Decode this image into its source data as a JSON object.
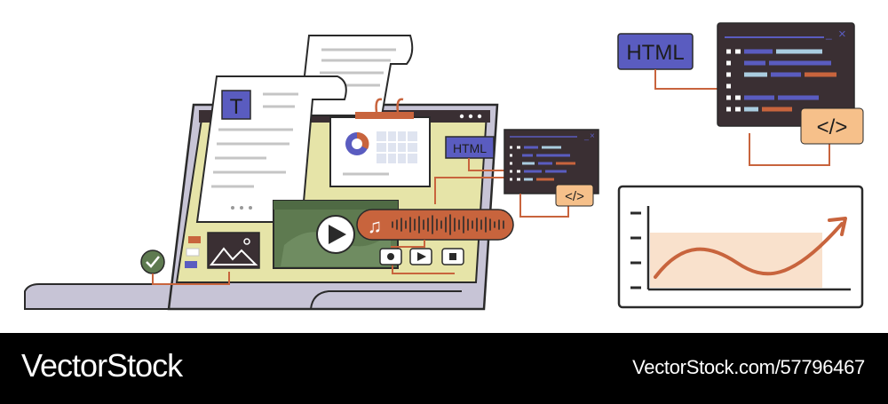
{
  "illustration": {
    "text_editor_glyph": "T",
    "small_html_tag": "HTML",
    "small_code_tag": "</>",
    "large_html_tag": "HTML",
    "large_code_tag": "</>",
    "music_note": "♫",
    "window_minimize": "_",
    "window_close": "×"
  },
  "footer": {
    "brand": "VectorStock",
    "credit": "VectorStock.com/57796467"
  },
  "colors": {
    "outline": "#2a2a2a",
    "laptop_body": "#c7c4d6",
    "screen": "#e6e4a8",
    "html_tag": "#5a5cc0",
    "code_tag": "#f6c08a",
    "code_panel": "#3a2f33",
    "rust": "#c8643d",
    "video_green": "#5e7a50",
    "chart_fill": "#f9e1cc"
  },
  "icons": [
    "check-icon",
    "image-icon",
    "play-icon",
    "record-icon",
    "stop-icon",
    "music-note-icon",
    "pie-chart-icon",
    "close-icon",
    "minimize-icon"
  ]
}
